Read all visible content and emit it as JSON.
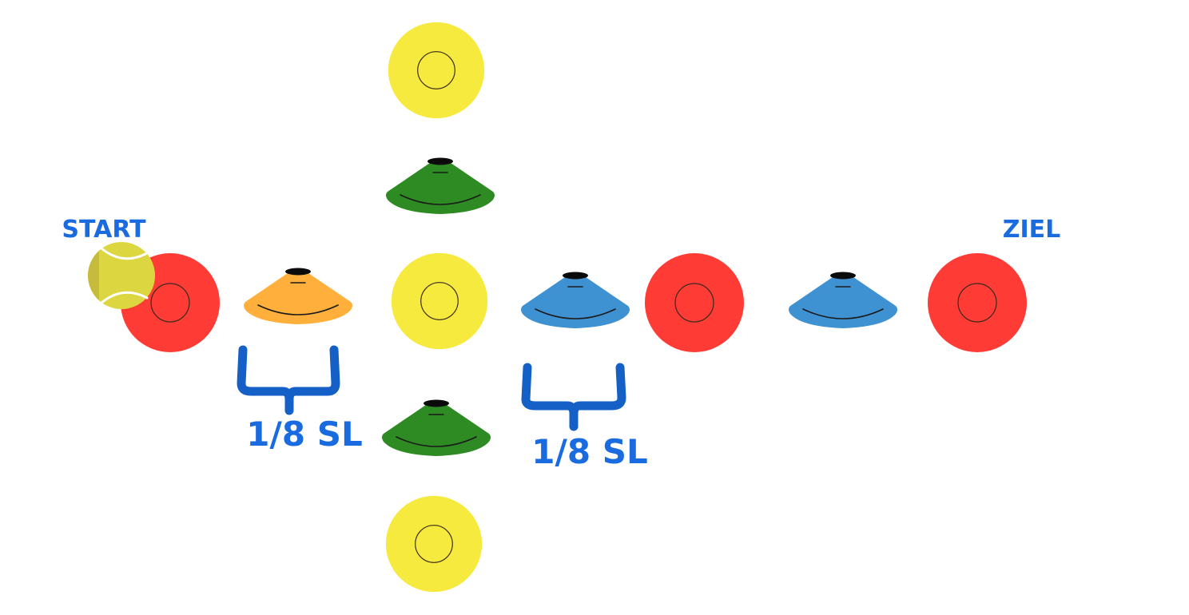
{
  "labels": {
    "start": "START",
    "finish": "ZIEL",
    "distance_left": "1/8 SL",
    "distance_right": "1/8 SL"
  },
  "colors": {
    "label_blue": "#1a6be0",
    "bracket_blue": "#1560c7",
    "marker_red": "#ff3b36",
    "marker_yellow": "#f6ea3f",
    "cone_orange": "#ffb03c",
    "cone_blue": "#3e92d2",
    "cone_green": "#2e8b24",
    "ball_yellow": "#dcd740"
  },
  "icons": {
    "ball": "tennis-ball-icon",
    "red_marker": "red-disc-marker-icon",
    "yellow_marker": "yellow-disc-marker-icon",
    "cone": "flat-cone-icon",
    "bracket": "distance-bracket-icon"
  }
}
